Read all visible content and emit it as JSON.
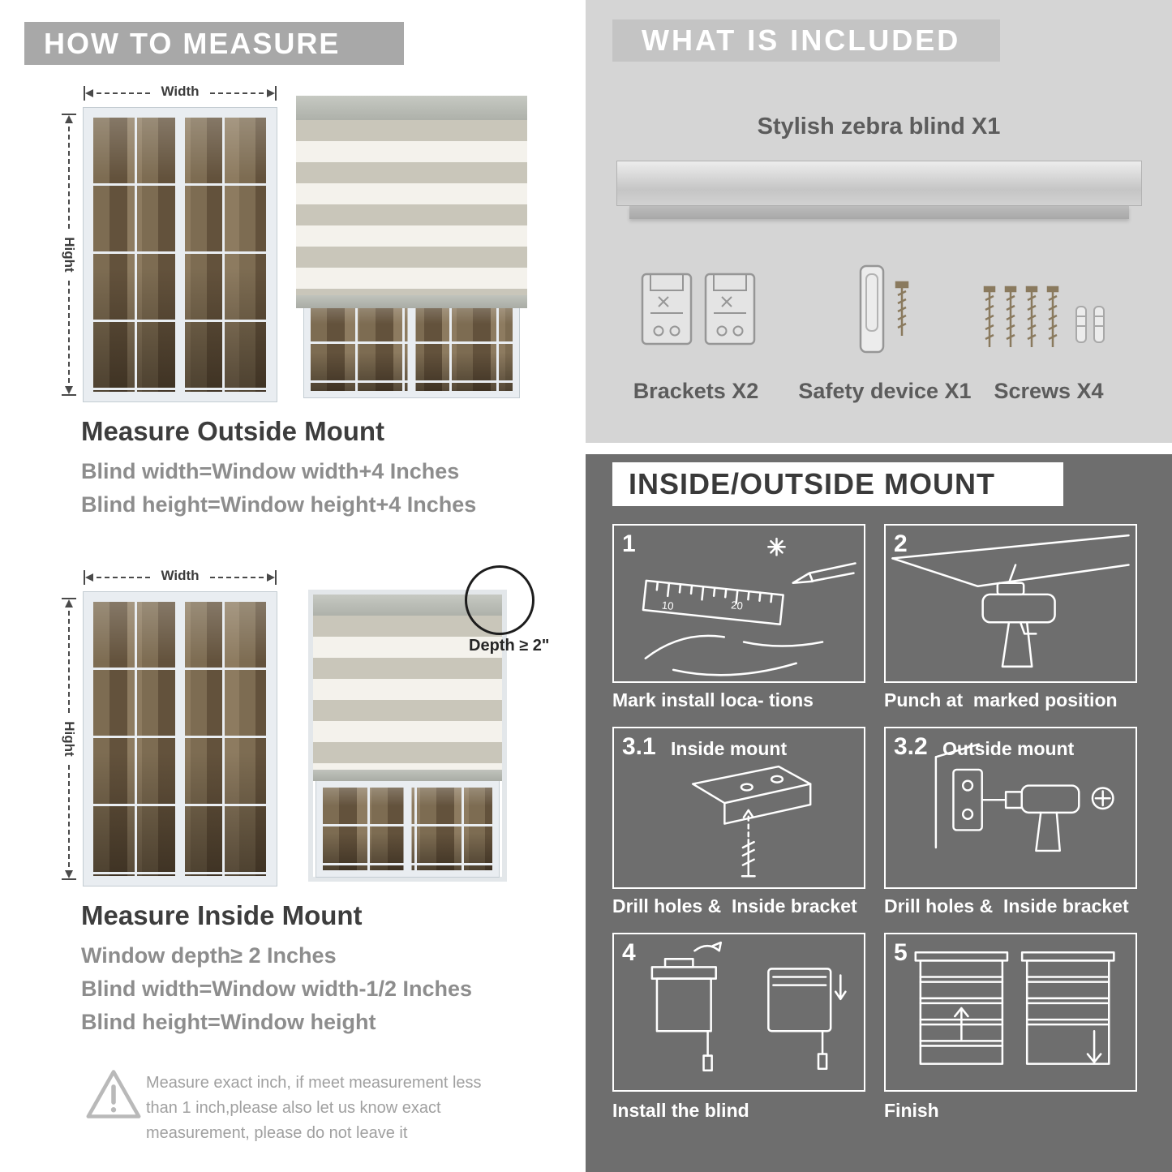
{
  "left": {
    "header": "HOW TO MEASURE",
    "labels": {
      "width": "Width",
      "height": "Hight"
    },
    "outside": {
      "title": "Measure Outside Mount",
      "line1": "Blind width=Window width+4 Inches",
      "line2": "Blind height=Window height+4 Inches"
    },
    "inside": {
      "depth_label": "Depth ≥ 2\"",
      "title": "Measure Inside Mount",
      "line1": "Window depth≥ 2 Inches",
      "line2": "Blind width=Window width-1/2 Inches",
      "line3": "Blind height=Window height"
    },
    "warning": "Measure exact inch, if meet measurement less than 1 inch,please also let us know exact measurement, please do not leave it"
  },
  "right": {
    "included": {
      "header": "WHAT IS INCLUDED",
      "blind_label": "Stylish zebra blind X1",
      "items": [
        {
          "label": "Brackets X2"
        },
        {
          "label": "Safety device X1"
        },
        {
          "label": "Screws X4"
        }
      ]
    },
    "mount": {
      "header": "INSIDE/OUTSIDE MOUNT",
      "steps": [
        {
          "num": "1",
          "title": "",
          "caption": "Mark install loca- tions",
          "ruler_marks": [
            "10",
            "20"
          ]
        },
        {
          "num": "2",
          "title": "",
          "caption": "Punch at  marked position"
        },
        {
          "num": "3.1",
          "title": "Inside mount",
          "caption": "Drill holes &  Inside bracket"
        },
        {
          "num": "3.2",
          "title": "Outside mount",
          "caption": "Drill holes &  Inside bracket"
        },
        {
          "num": "4",
          "title": "",
          "caption": "Install the blind"
        },
        {
          "num": "5",
          "title": "",
          "caption": "Finish"
        }
      ]
    }
  }
}
